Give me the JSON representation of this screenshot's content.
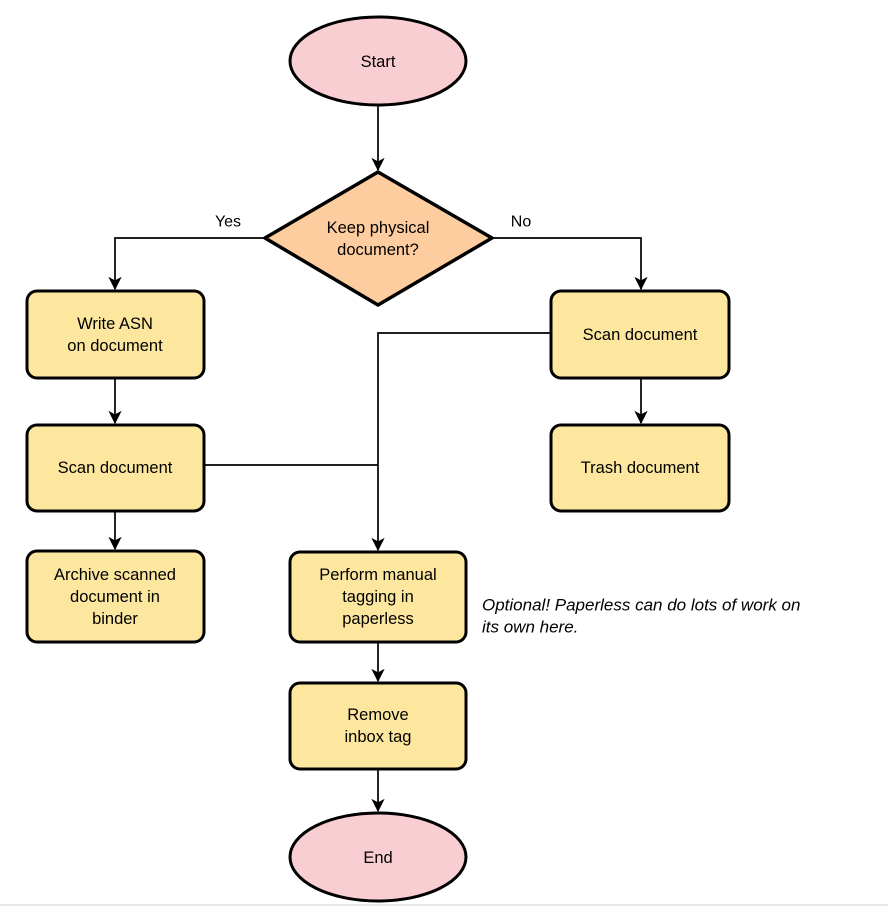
{
  "colors": {
    "terminal_fill": "#f8ced3",
    "decision_fill": "#fdcda0",
    "process_fill": "#fde79e",
    "line_color": "#000000"
  },
  "nodes": {
    "start": {
      "type": "terminal",
      "label": "Start"
    },
    "decision_keep_physical": {
      "type": "decision",
      "lines": [
        "Keep physical",
        "document?"
      ]
    },
    "write_asn": {
      "type": "process",
      "lines": [
        "Write ASN",
        "on document"
      ]
    },
    "scan_document_left": {
      "type": "process",
      "label": "Scan document"
    },
    "archive_scanned": {
      "type": "process",
      "lines": [
        "Archive scanned",
        "document in",
        "binder"
      ]
    },
    "scan_document_right": {
      "type": "process",
      "label": "Scan document"
    },
    "trash_document": {
      "type": "process",
      "label": "Trash document"
    },
    "manual_tagging": {
      "type": "process",
      "lines": [
        "Perform manual",
        "tagging in",
        "paperless"
      ]
    },
    "remove_inbox_tag": {
      "type": "process",
      "lines": [
        "Remove",
        "inbox tag"
      ]
    },
    "end": {
      "type": "terminal",
      "label": "End"
    }
  },
  "edge_labels": {
    "yes": "Yes",
    "no": "No"
  },
  "annotation": {
    "lines": [
      "Optional! Paperless can do lots of work on",
      "its own here."
    ]
  }
}
